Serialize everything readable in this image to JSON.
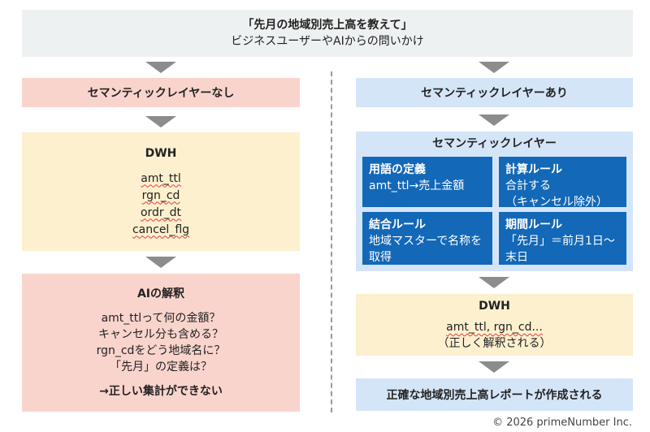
{
  "question": {
    "quote": "「先月の地域別売上高を教えて」",
    "sub": "ビジネスユーザーやAIからの問いかけ"
  },
  "left": {
    "header": "セマンティックレイヤーなし",
    "dwh": {
      "title": "DWH",
      "columns": [
        "amt_ttl",
        "rgn_cd",
        "ordr_dt",
        "cancel_flg"
      ]
    },
    "ai": {
      "title": "AIの解釈",
      "lines": [
        "amt_ttlって何の金額？",
        "キャンセル分も含める？",
        "rgn_cdをどう地域名に？",
        "「先月」の定義は？"
      ],
      "conclusion": "→正しい集計ができない"
    }
  },
  "right": {
    "header": "セマンティックレイヤーあり",
    "semantic": {
      "title": "セマンティックレイヤー",
      "cells": [
        {
          "title": "用語の定義",
          "body": "amt_ttl→売上金額"
        },
        {
          "title": "計算ルール",
          "body": "合計する\n（キャンセル除外）"
        },
        {
          "title": "結合ルール",
          "body": "地域マスターで名称を\n取得"
        },
        {
          "title": "期間ルール",
          "body": "「先月」＝前月1日〜\n末日"
        }
      ]
    },
    "dwh": {
      "title": "DWH",
      "line1": "amt_ttl, rgn_cd...",
      "line2": "（正しく解釈される）"
    },
    "output": "正確な地域別売上高レポートが作成される"
  },
  "copyright": "© 2026 primeNumber Inc.",
  "colors": {
    "top_bg": "#eef1f1",
    "pink": "#f9d4cd",
    "light_blue": "#d5e5f8",
    "cream": "#fdf0cf",
    "dark_blue": "#1368b7",
    "arrow": "#8c8c8c"
  }
}
